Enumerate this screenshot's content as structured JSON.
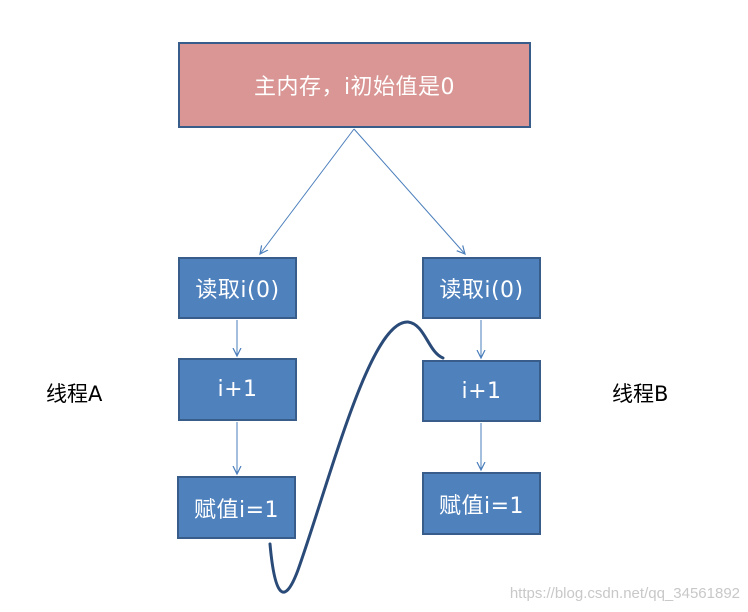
{
  "main_memory": {
    "label": "主内存，i初始值是0"
  },
  "thread_a": {
    "label": "线程A",
    "steps": [
      "读取i(0)",
      "i+1",
      "赋值i=1"
    ]
  },
  "thread_b": {
    "label": "线程B",
    "steps": [
      "读取i(0)",
      "i+1",
      "赋值i=1"
    ]
  },
  "watermark": "https://blog.csdn.net/qq_34561892",
  "colors": {
    "main_box_fill": "#d99694",
    "step_box_fill": "#4f81bd",
    "box_border": "#385d8a",
    "arrow": "#4a7ebb",
    "curve": "#2a4a78"
  }
}
